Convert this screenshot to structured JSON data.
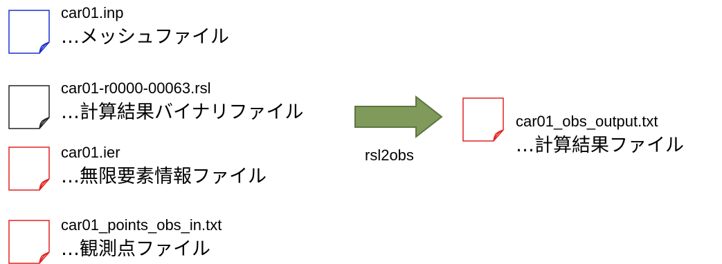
{
  "inputs": [
    {
      "filename": "car01.inp",
      "description": "…メッシュファイル",
      "icon_color": "#1a2fcc"
    },
    {
      "filename": "car01-r0000-00063.rsl",
      "description": "…計算結果バイナリファイル",
      "icon_color": "#222222"
    },
    {
      "filename": "car01.ier",
      "description": "…無限要素情報ファイル",
      "icon_color": "#e02020"
    },
    {
      "filename": "car01_points_obs_in.txt",
      "description": "…観測点ファイル",
      "icon_color": "#e02020"
    }
  ],
  "tool": {
    "label": "rsl2obs",
    "arrow_fill": "#7f9a5b",
    "arrow_stroke": "#5d7540"
  },
  "output": {
    "filename": "car01_obs_output.txt",
    "description": "…計算結果ファイル",
    "icon_color": "#e02020"
  }
}
